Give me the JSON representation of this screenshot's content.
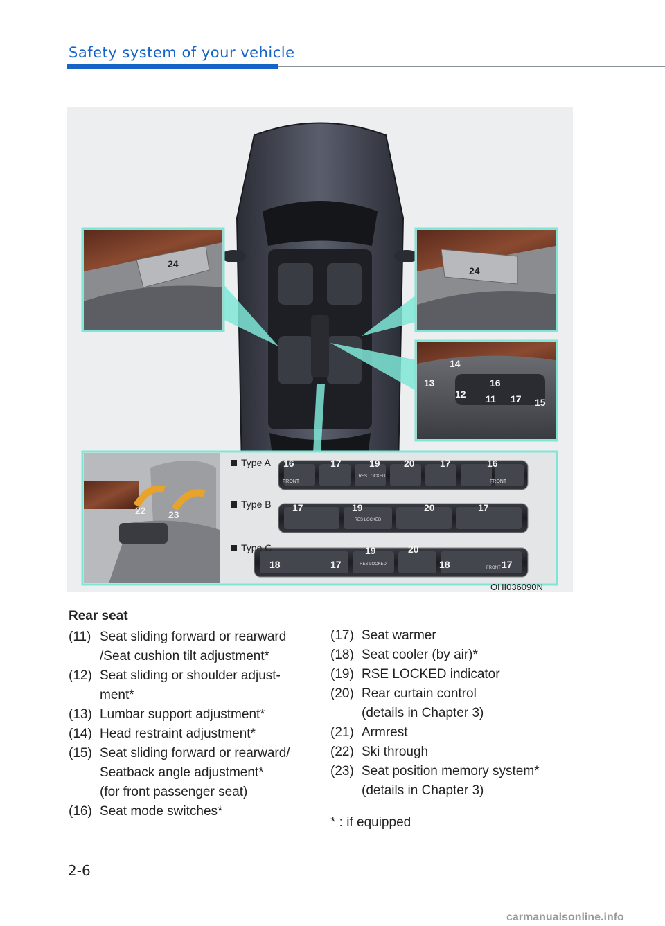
{
  "header": {
    "section_title": "Safety system of your vehicle"
  },
  "figure": {
    "code": "OHI036090N",
    "type_labels": [
      "Type A",
      "Type B",
      "Type C"
    ],
    "callouts": [
      "24",
      "24",
      "14",
      "16",
      "13",
      "12",
      "11",
      "17",
      "15",
      "22",
      "23",
      "16",
      "17",
      "19",
      "20",
      "17",
      "16",
      "17",
      "19",
      "20",
      "17",
      "18",
      "17",
      "19",
      "20",
      "18",
      "17"
    ],
    "button_labels": [
      "FRONT",
      "RES LOCKED",
      "FRONT",
      "RES LOCKED",
      "RES LOCKED",
      "FRONT"
    ]
  },
  "content": {
    "heading": "Rear seat",
    "left_items": [
      {
        "num": "(11)",
        "lines": [
          "Seat sliding forward or rearward",
          "/Seat cushion tilt adjustment*"
        ]
      },
      {
        "num": "(12)",
        "lines": [
          "Seat sliding or shoulder adjust-",
          "ment*"
        ]
      },
      {
        "num": "(13)",
        "lines": [
          "Lumbar support adjustment*"
        ]
      },
      {
        "num": "(14)",
        "lines": [
          "Head restraint adjustment*"
        ]
      },
      {
        "num": "(15)",
        "lines": [
          "Seat sliding forward or rearward/",
          "Seatback angle adjustment*",
          "(for front passenger seat)"
        ]
      },
      {
        "num": "(16)",
        "lines": [
          "Seat mode switches*"
        ]
      }
    ],
    "right_items": [
      {
        "num": "(17)",
        "lines": [
          "Seat warmer"
        ]
      },
      {
        "num": "(18)",
        "lines": [
          "Seat cooler (by air)*"
        ]
      },
      {
        "num": "(19)",
        "lines": [
          "RSE LOCKED indicator"
        ]
      },
      {
        "num": "(20)",
        "lines": [
          "Rear curtain control",
          "(details in Chapter 3)"
        ]
      },
      {
        "num": "(21)",
        "lines": [
          "Armrest"
        ]
      },
      {
        "num": "(22)",
        "lines": [
          "Ski through"
        ]
      },
      {
        "num": "(23)",
        "lines": [
          "Seat position memory system*",
          "(details in Chapter 3)"
        ]
      }
    ],
    "footnote": "* : if equipped"
  },
  "page_number": "2-6",
  "watermark": "carmanualsonline.info",
  "colors": {
    "accent": "#1565c8",
    "callout_border": "#7ee6d6"
  }
}
